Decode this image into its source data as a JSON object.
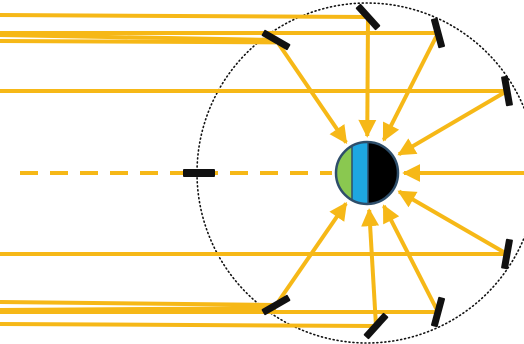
{
  "diagram": {
    "colors": {
      "ray": "#f6b817",
      "mirror": "#111111",
      "orbit": "#111111",
      "receiver_green": "#8ac850",
      "receiver_blue": "#1ea7e1",
      "receiver_black": "#000000",
      "receiver_outline": "#2e4e6a"
    },
    "mirror_count": 9,
    "receiver_bands": [
      "green",
      "blue",
      "black"
    ],
    "incident_ray_style": "solid",
    "axis_ray_style": "dashed",
    "orbit_style": "dotted"
  }
}
